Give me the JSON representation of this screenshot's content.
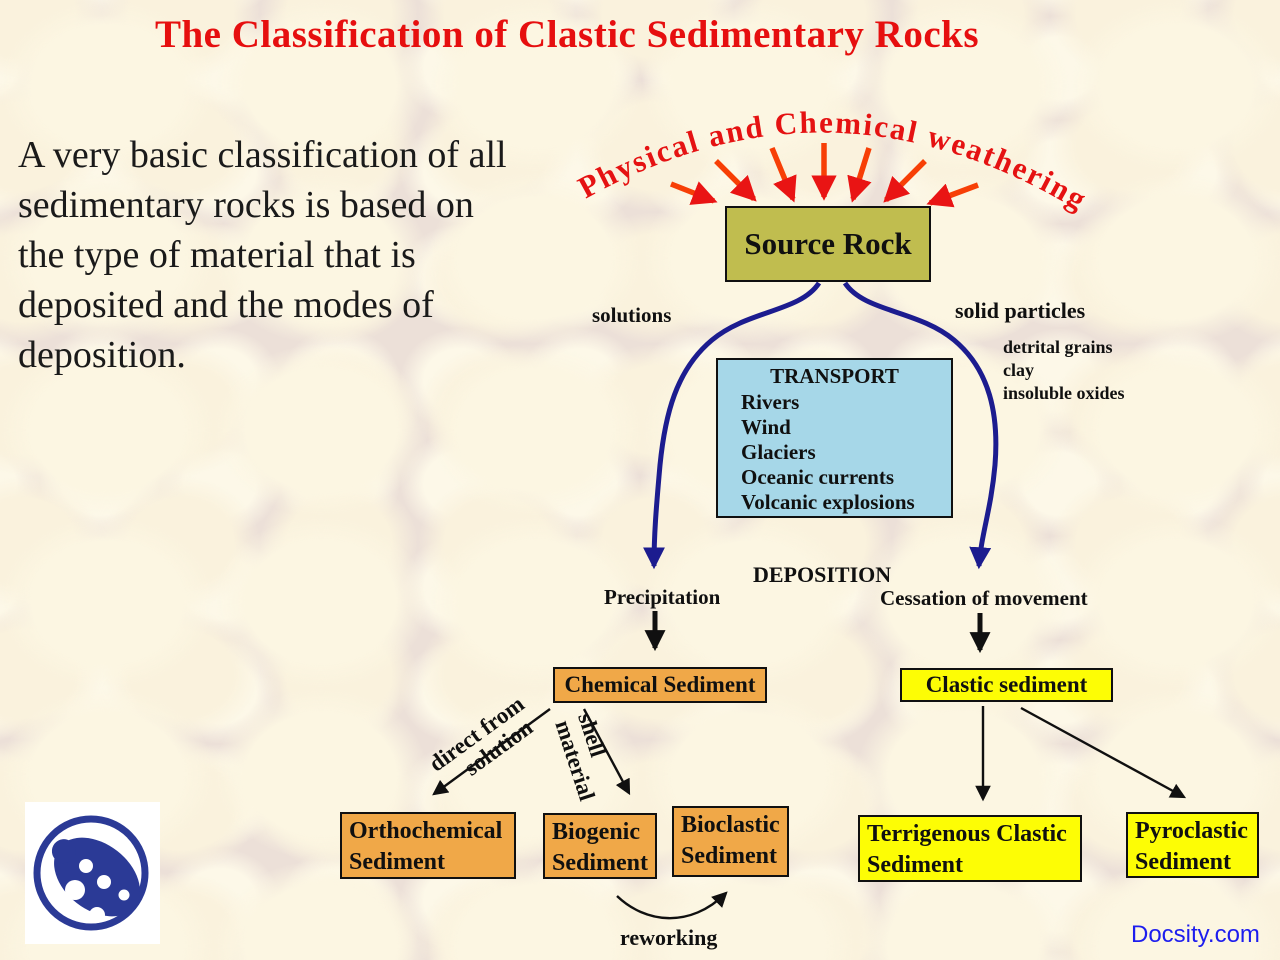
{
  "page": {
    "title": "The Classification of Clastic Sedimentary Rocks",
    "intro": "A very basic classification of all sedimentary rocks is based on the type of material that is deposited and the modes of deposition.",
    "watermark": "Docsity.com"
  },
  "diagram": {
    "weathering_arc": "Physical and Chemical weathering",
    "source_rock": "Source Rock",
    "solutions": "solutions",
    "solid_particles": "solid particles",
    "particle_types": [
      "detrital grains",
      "clay",
      "insoluble oxides"
    ],
    "transport": {
      "title": "TRANSPORT",
      "modes": [
        "Rivers",
        "Wind",
        "Glaciers",
        "Oceanic currents",
        "Volcanic explosions"
      ]
    },
    "deposition": "DEPOSITION",
    "precipitation": "Precipitation",
    "cessation": "Cessation of movement",
    "chemical_sediment": "Chemical Sediment",
    "clastic_sediment": "Clastic sediment",
    "direct_from": {
      "line1": "direct from",
      "line2": "solution"
    },
    "shell": {
      "line1": "shell",
      "line2": "material"
    },
    "orthochemical": "Orthochemical Sediment",
    "biogenic": "Biogenic Sediment",
    "bioclastic": "Bioclastic Sediment",
    "terrigenous": "Terrigenous Clastic Sediment",
    "pyroclastic": "Pyroclastic Sediment",
    "reworking": "reworking"
  },
  "icons": {
    "logo": "docsity-ocarina-logo"
  },
  "colors": {
    "title_red": "#e60f0f",
    "arc_red": "#e51212",
    "arrow_red": "#f73f06",
    "arrowhead_red": "#e91414",
    "flow_navy": "#1c1c8f",
    "source_rock_olive": "#c0bd4f",
    "transport_blue": "#a6d7e8",
    "chemical_orange": "#f0a848",
    "clastic_yellow": "#fdfd05",
    "docsity_blue": "#1d1dee",
    "background_cream": "#faf2dd"
  }
}
